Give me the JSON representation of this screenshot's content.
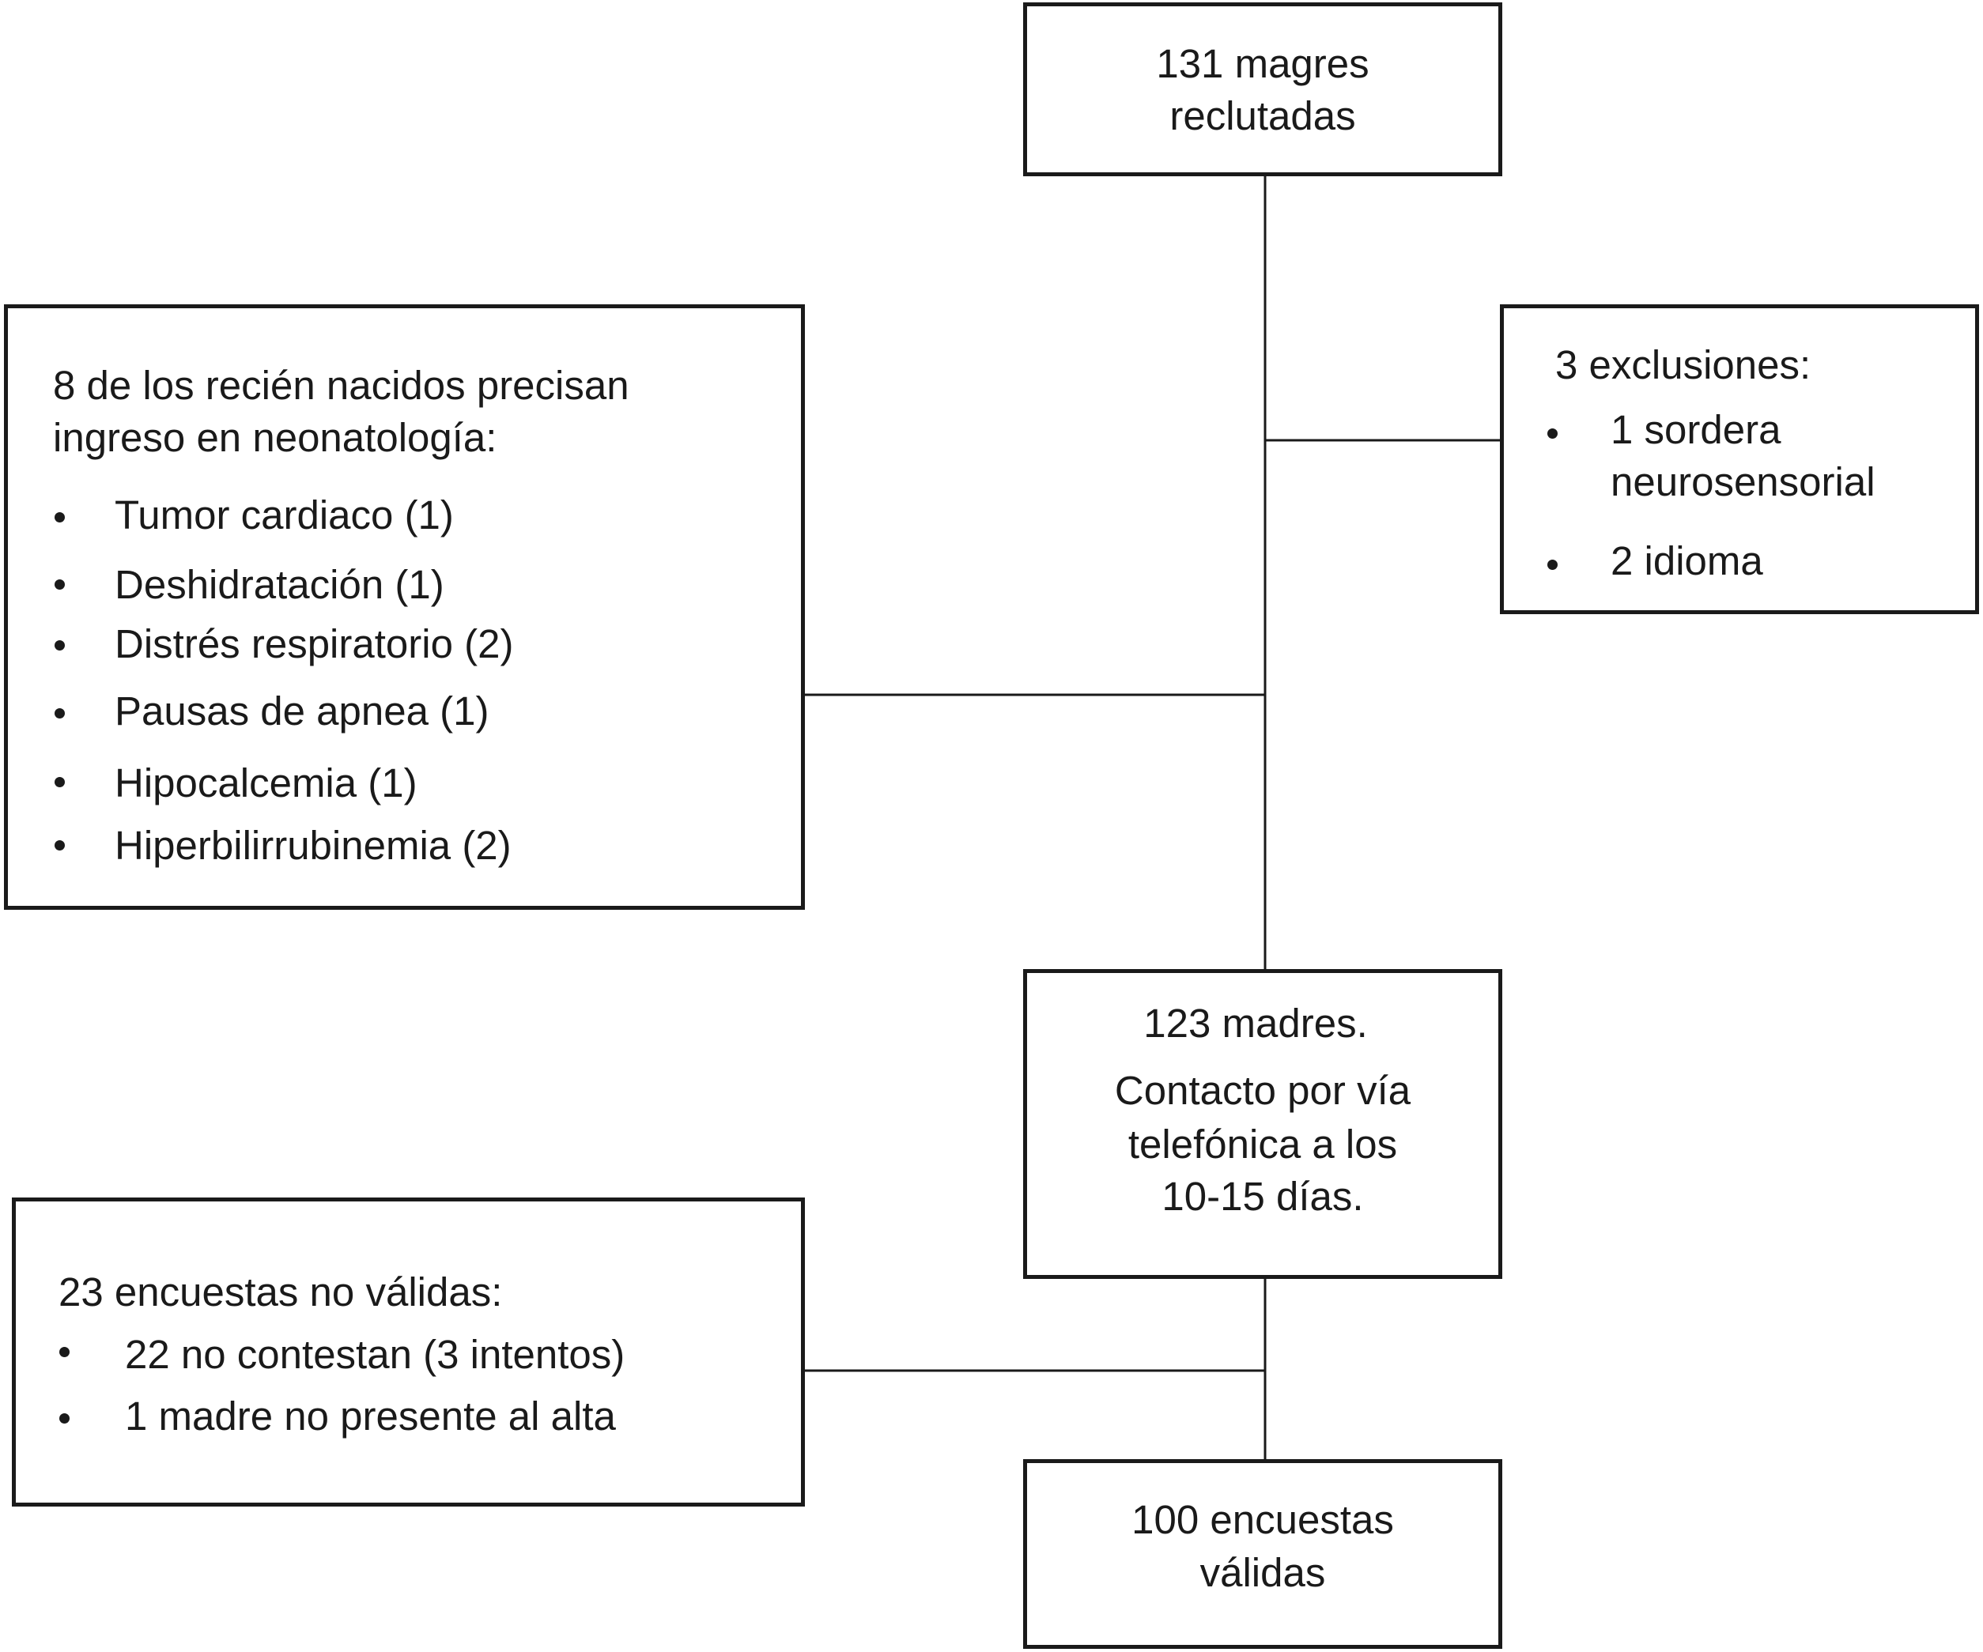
{
  "recruited": {
    "line1": "131 magres",
    "line2": "reclutadas"
  },
  "exclusions": {
    "title": "3 exclusiones:",
    "items": [
      {
        "line1": "1 sordera",
        "line2": "neurosensorial"
      },
      {
        "line1": "2 idioma"
      }
    ]
  },
  "neonatology": {
    "title_line1": "8 de los recién nacidos precisan",
    "title_line2": "ingreso en neonatología:",
    "items": [
      "Tumor cardiaco (1)",
      "Deshidratación (1)",
      "Distrés respiratorio (2)",
      "Pausas de apnea (1)",
      "Hipocalcemia (1)",
      "Hiperbilirrubinemia (2)"
    ]
  },
  "mothers": {
    "line1": "123 madres.",
    "line2": "Contacto por vía",
    "line3": "telefónica a los",
    "line4": "10-15 días."
  },
  "invalid": {
    "title": "23 encuestas no válidas:",
    "items": [
      "22 no contestan (3 intentos)",
      "1 madre no presente al alta"
    ]
  },
  "valid": {
    "line1": "100 encuestas",
    "line2": "válidas"
  }
}
